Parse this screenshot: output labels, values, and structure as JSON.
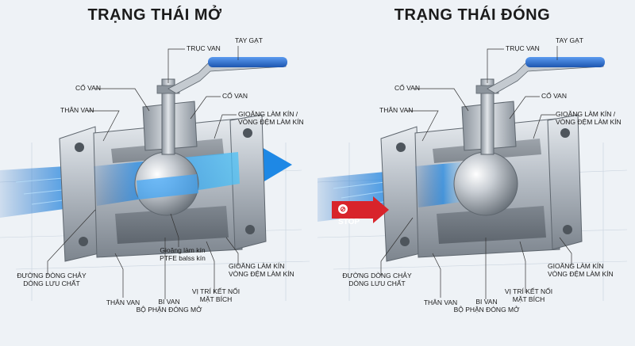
{
  "colors": {
    "background": "#eef2f6",
    "handle": "#2b6fd1",
    "flow": "#1e8be0",
    "stop_arrow": "#d8242b",
    "metal": "#b9c0c8"
  },
  "panels": [
    {
      "title": "TRẠNG THÁI MỞ",
      "state": "open",
      "labels": {
        "stem": "TRỤC VAN",
        "handle": "TAY GẠT",
        "bonnet": "CỔ VAN",
        "body_top": "THÂN VAN",
        "bonnet_right": "CỔ VAN",
        "gland_seal": "GIOĂNG LÀM KÍN /\nVÒNG ĐỆM LÀM KÍN",
        "flow_path": "ĐƯỜNG DÒNG CHẢY\nDÒNG LƯU CHẤT",
        "seat_seal": "Gioăng làm kín\nPTFE balss kín",
        "bottom_seal": "GIOĂNG LÀM KÍN\nVÒNG ĐỆM LÀM KÍN",
        "flange_pos": "VỊ TRÍ KẾT NỐI\nMẶT BÍCH",
        "body_bottom": "THÂN VAN",
        "ball": "BI VAN\nBỘ PHẬN ĐÓNG MỞ"
      }
    },
    {
      "title": "TRẠNG THÁI ĐÓNG",
      "state": "closed",
      "stop_text": "STOP",
      "labels": {
        "stem": "TRỤC VAN",
        "handle": "TAY GẠT",
        "bonnet": "CỔ VAN",
        "body_top": "THÂN VAN",
        "bonnet_right": "CỔ VAN",
        "gland_seal": "GIOĂNG LÀM KÍN /\nVÒNG ĐỆM LÀM KÍN",
        "flow_path": "ĐƯỜNG DÒNG CHẢY\nDÒNG LƯU CHẤT",
        "bottom_seal": "GIOĂNG LÀM KÍN\nVÒNG ĐỆM LÀM KÍN",
        "flange_pos": "VỊ TRÍ KẾT NỐI\nMẶT BÍCH",
        "body_bottom": "THÂN VAN",
        "ball": "BI VAN\nBỘ PHẬN ĐÓNG MỞ"
      }
    }
  ]
}
